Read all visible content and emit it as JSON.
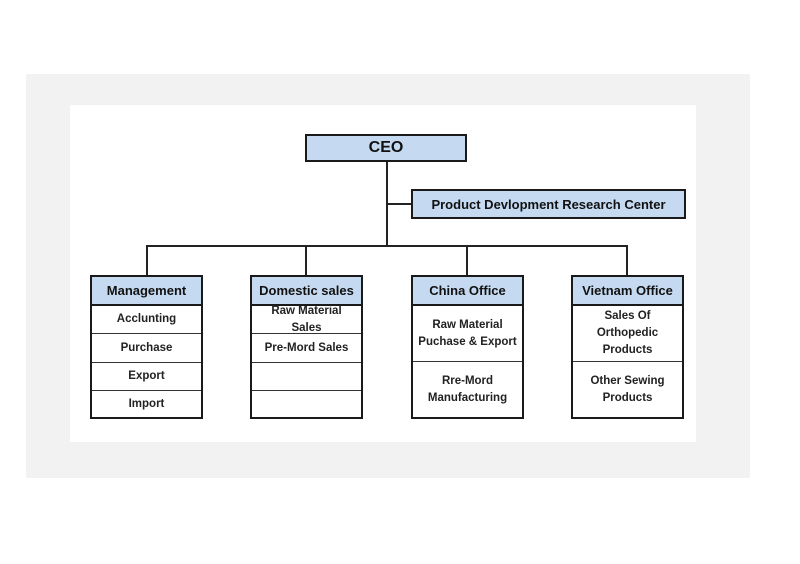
{
  "diagram": {
    "ceo": "CEO",
    "research_center": "Product Devlopment Research Center",
    "departments": [
      {
        "name": "Management",
        "items": [
          "Acclunting",
          "Purchase",
          "Export",
          "Import"
        ]
      },
      {
        "name": "Domestic sales",
        "items": [
          "Raw Material Sales",
          "Pre-Mord Sales",
          "",
          ""
        ]
      },
      {
        "name": "China Office",
        "items": [
          "Raw Material Puchase & Export",
          "Rre-Mord Manufacturing"
        ]
      },
      {
        "name": "Vietnam Office",
        "items": [
          "Sales Of Orthopedic Products",
          "Other Sewing Products"
        ]
      }
    ]
  },
  "colors": {
    "header_fill": "#c5daf1",
    "border": "#1a1a1a",
    "frame_background": "#f2f2f2"
  }
}
